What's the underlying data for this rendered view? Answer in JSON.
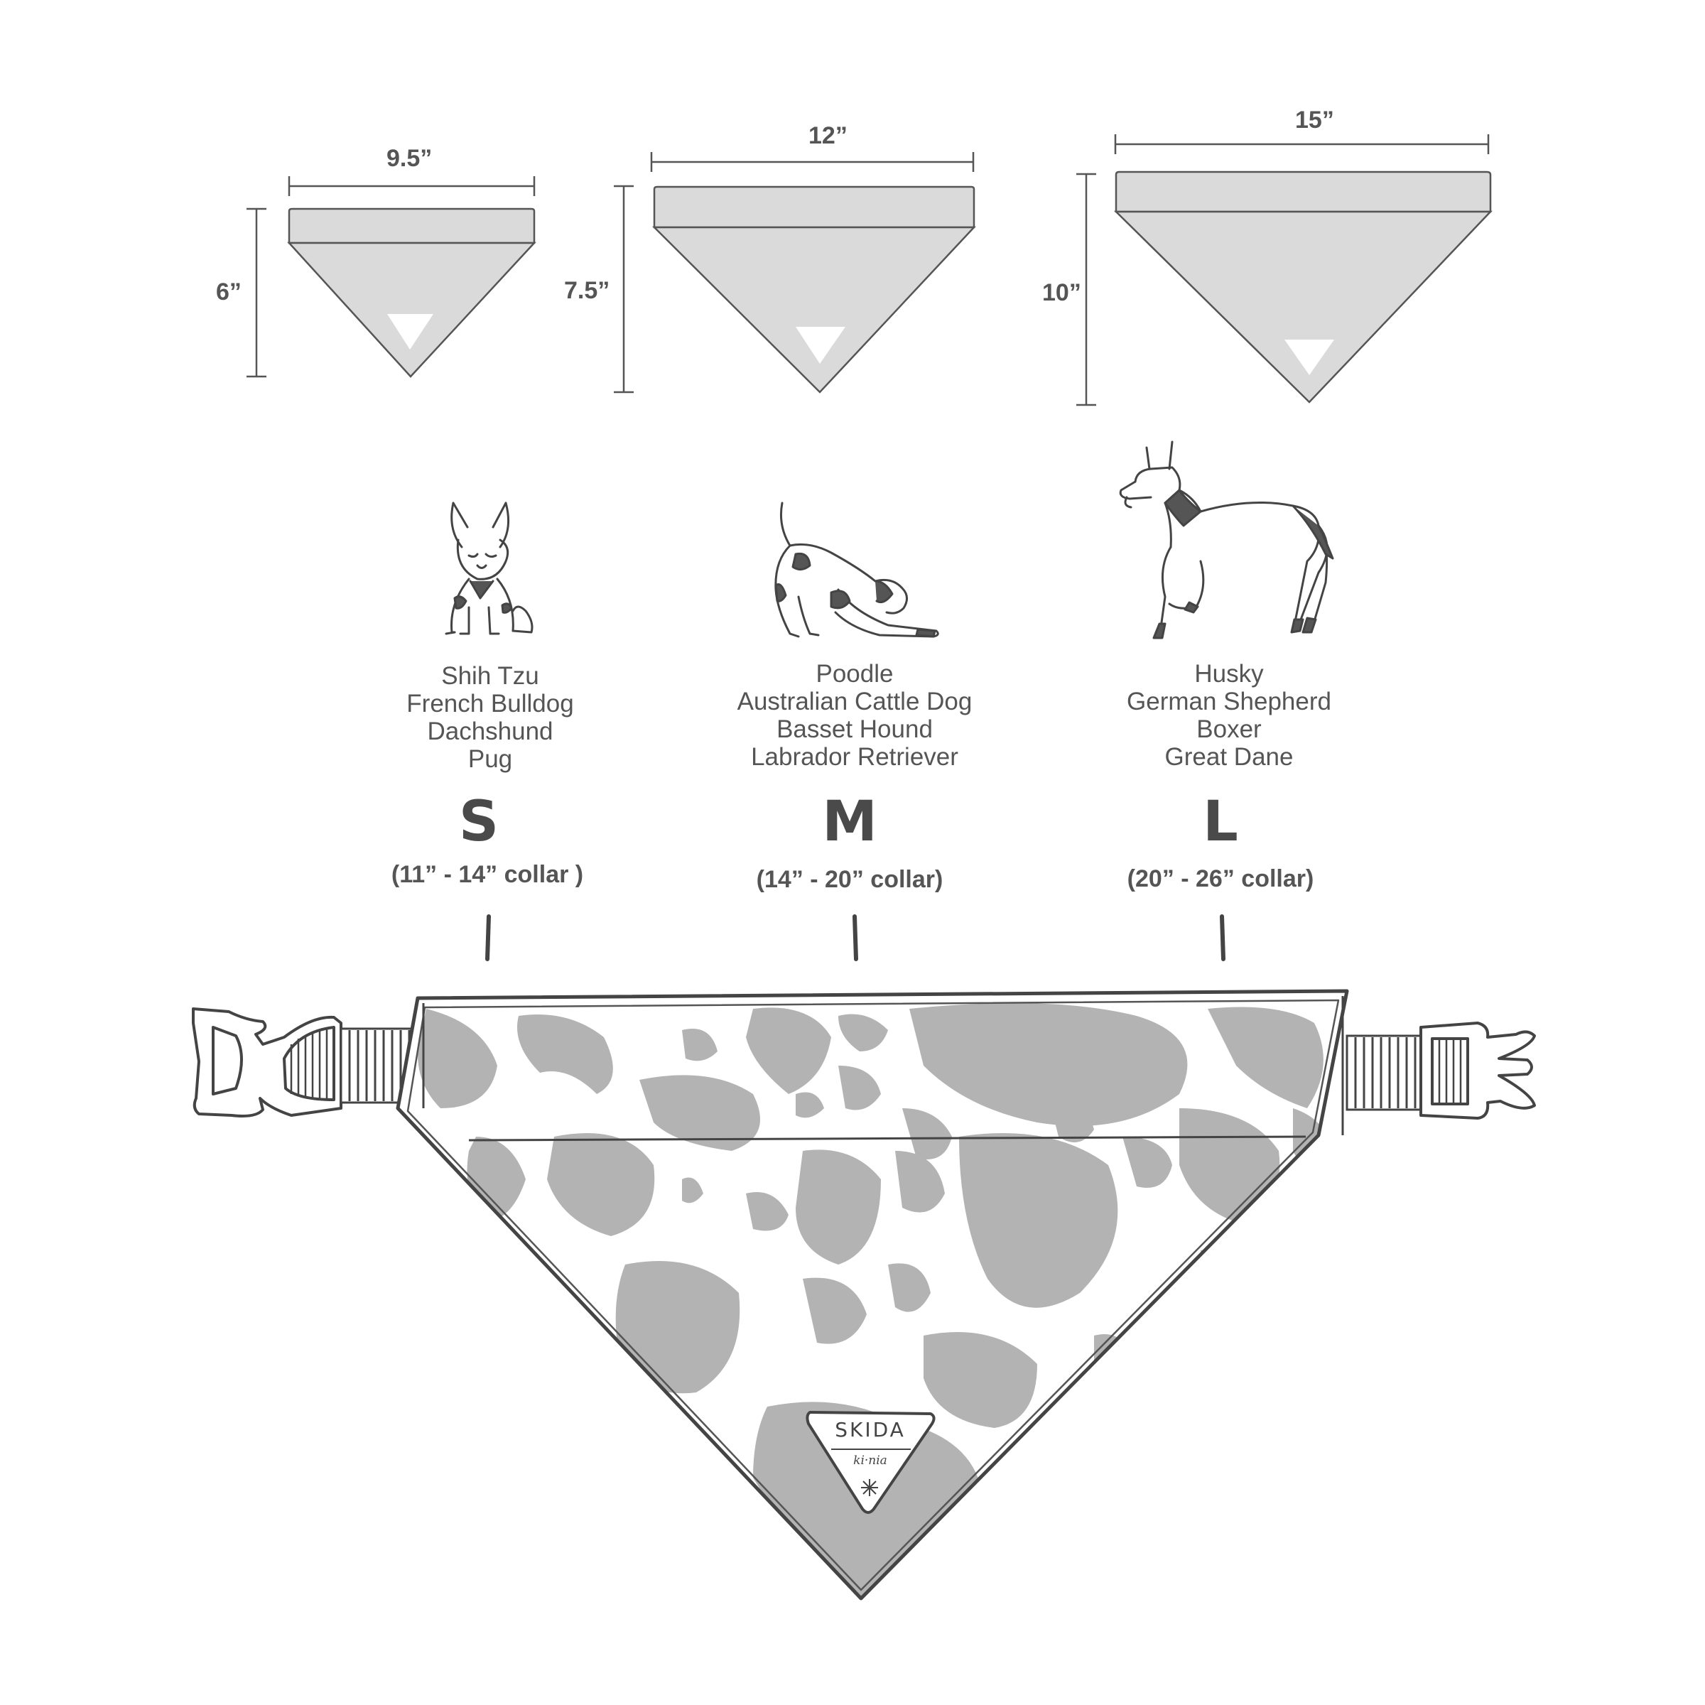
{
  "sizes": [
    {
      "letter": "S",
      "collar": "(11” - 14” collar )",
      "width_label": "9.5”",
      "height_label": "6”",
      "breeds": [
        "Shih Tzu",
        "French Bulldog",
        "Dachshund",
        "Pug"
      ],
      "dog_icon": "french-bulldog-icon"
    },
    {
      "letter": "M",
      "collar": "(14” - 20” collar)",
      "width_label": "12”",
      "height_label": "7.5”",
      "breeds": [
        "Poodle",
        "Australian Cattle Dog",
        "Basset Hound",
        "Labrador Retriever"
      ],
      "dog_icon": "stretching-dog-icon"
    },
    {
      "letter": "L",
      "collar": "(20” - 26” collar)",
      "width_label": "15”",
      "height_label": "10”",
      "breeds": [
        "Husky",
        "German Shepherd",
        "Boxer",
        "Great Dane"
      ],
      "dog_icon": "large-dog-icon"
    }
  ],
  "bandana_label": {
    "brand": "SKIDA",
    "signature": "ki·nia",
    "emblem": "snowflake-icon"
  },
  "colors": {
    "line": "#555555",
    "bandana_fill": "#d9d9d9",
    "cow_spot": "#b3b3b3",
    "text": "#555555"
  }
}
